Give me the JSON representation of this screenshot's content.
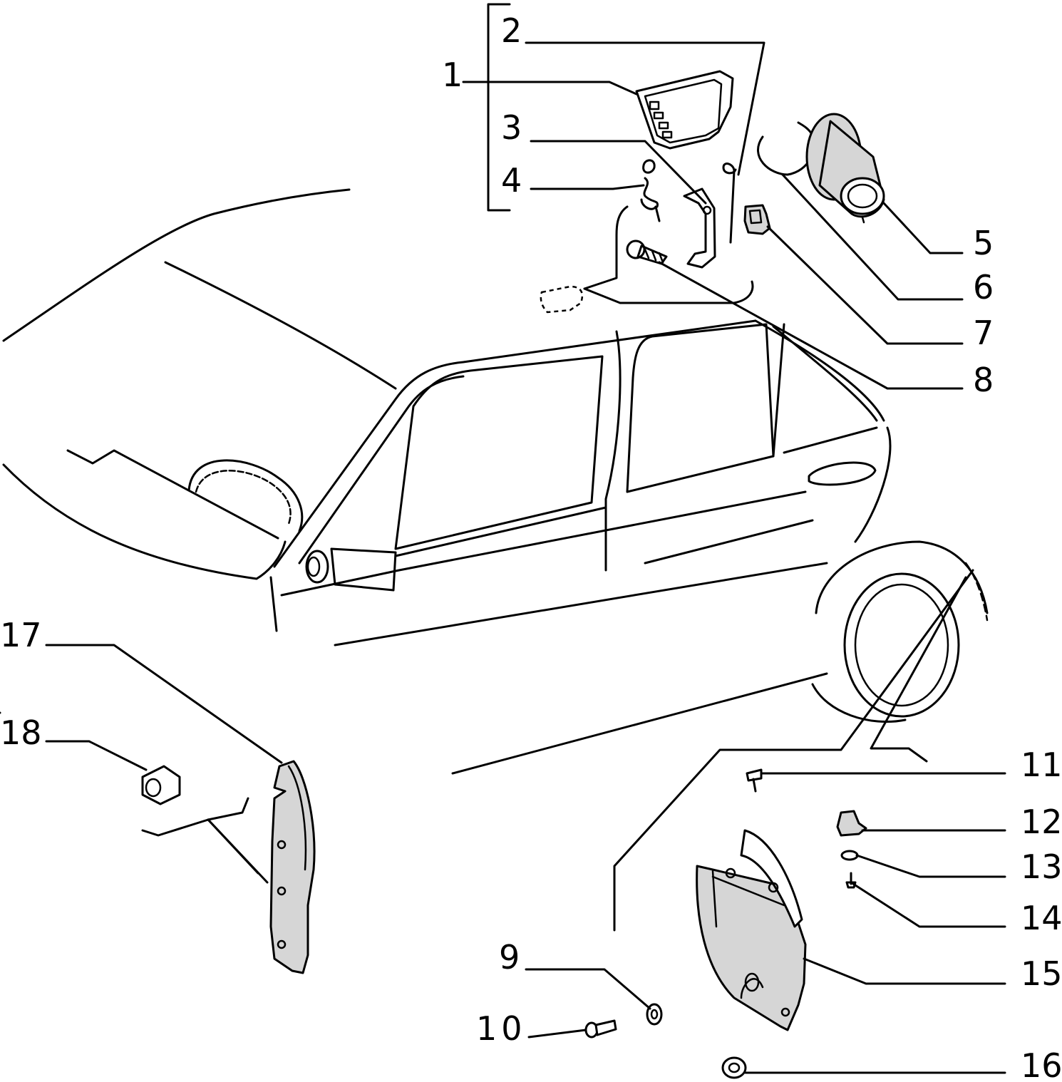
{
  "diagram": {
    "callouts": [
      "1",
      "2",
      "3",
      "4",
      "5",
      "6",
      "7",
      "8",
      "9",
      "10",
      "11",
      "12",
      "13",
      "14",
      "15",
      "16",
      "17",
      "18"
    ]
  },
  "colors": {
    "line": "#000000",
    "background": "#ffffff",
    "part_fill": "#d6d6d6"
  },
  "icons": [
    "car-body",
    "fuel-flap",
    "fuel-filler-neck",
    "wheel-arch-liner",
    "mudguard-bracket"
  ]
}
